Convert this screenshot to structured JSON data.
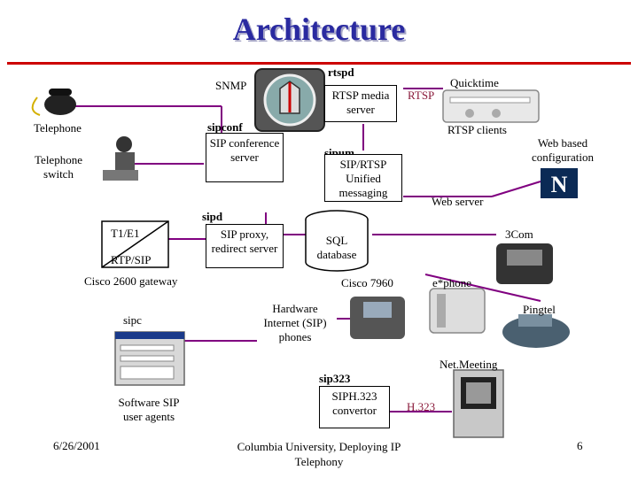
{
  "title": "Architecture",
  "labels": {
    "snmp": "SNMP",
    "rtspd": "rtspd",
    "quicktime": "Quicktime",
    "rtsp_link": "RTSP",
    "rtsp_clients": "RTSP clients",
    "telephone": "Telephone",
    "sipconf": "sipconf",
    "telephone_switch": "Telephone switch",
    "sipum": "sipum",
    "web_config": "Web based configuration",
    "web_server": "Web server",
    "sipd": "sipd",
    "threecom": "3Com",
    "t1e1": "T1/E1",
    "rtpsip": "RTP/SIP",
    "cisco2600": "Cisco 2600 gateway",
    "cisco7960": "Cisco 7960",
    "ephone": "e*phone",
    "sipc": "sipc",
    "hardware_phones": "Hardware Internet (SIP) phones",
    "pingtel": "Pingtel",
    "netmeeting": "Net.Meeting",
    "sip323": "sip323",
    "software_agents": "Software SIP user agents",
    "h323": "H.323"
  },
  "boxes": {
    "rtsp_media": "RTSP media server",
    "sip_conf": "SIP conference server",
    "sip_rtsp": "SIP/RTSP Unified messaging",
    "sip_proxy": "SIP proxy, redirect server",
    "sql_db": "SQL database",
    "siph323": "SIPH.323 convertor"
  },
  "footer": {
    "date": "6/26/2001",
    "center": "Columbia University, Deploying IP Telephony",
    "page": "6"
  },
  "colors": {
    "title": "#2a2aa0",
    "rule": "#cc0000",
    "link_purple": "#800080",
    "link_pink": "#8a1a3a"
  }
}
